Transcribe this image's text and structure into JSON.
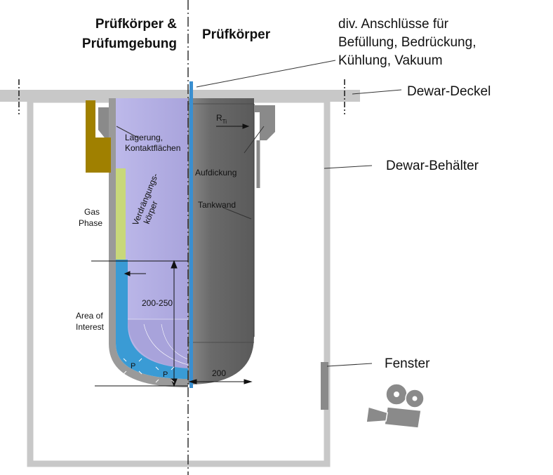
{
  "headers": {
    "left_line1": "Prüfkörper &",
    "left_line2": "Prüfumgebung",
    "right": "Prüfkörper"
  },
  "labels": {
    "connections_line1": "div. Anschlüsse für",
    "connections_line2": "Befüllung, Bedrückung,",
    "connections_line3": "Kühlung, Vakuum",
    "dewar_lid": "Dewar-Deckel",
    "dewar_vessel": "Dewar-Behälter",
    "window": "Fenster",
    "bearing_line1": "Lagerung,",
    "bearing_line2": "Kontaktflächen",
    "displacement_line1": "Verdrängungs-",
    "displacement_line2": "körper",
    "gas_line1": "Gas",
    "gas_line2": "Phase",
    "area_line1": "Area of",
    "area_line2": "Interest",
    "dim_height": "200-250",
    "dim_width": "200",
    "radius_main": "R",
    "radius_sub": "Ti",
    "thickening": "Aufdickung",
    "tank_wall": "Tankwand",
    "pressure_symbol": "P"
  },
  "icons": {
    "camera": "video-camera-icon"
  },
  "colors": {
    "dewar_gray": "#c8c8c8",
    "lavender": "#b9b5e6",
    "liquid_blue": "#3a9bd5",
    "gas_green": "#c8d87a",
    "bearing_olive": "#a08000",
    "tank_gray": "#6e6e6e",
    "window_gray": "#8a8a8a"
  }
}
